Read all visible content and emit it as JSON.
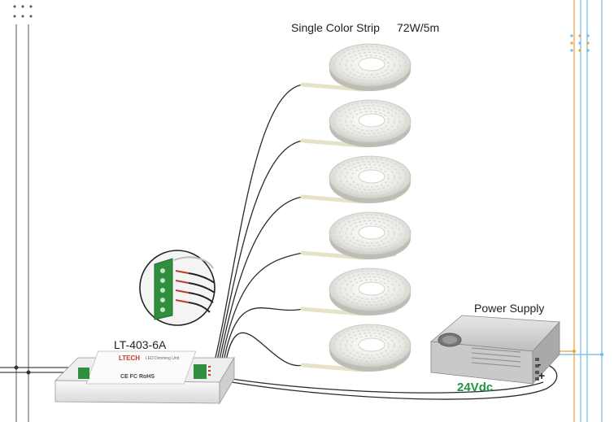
{
  "labels": {
    "strip": "Single Color Strip",
    "wattage": "72W/5m",
    "controller": "LT-403-6A",
    "psu": "Power Supply",
    "voltage": "24Vdc",
    "minus": "-",
    "plus": "+"
  },
  "controller": {
    "brand": "LTECH",
    "brand_sub": "LED Dimming Unit",
    "cert": "CE FC RoHS"
  },
  "colors": {
    "wire": "#2a2a2a",
    "voltage_text": "#1a9a3a",
    "side_line_blue": "#6fb8e8",
    "side_line_orange": "#f0a030",
    "terminal_green": "#2f8f3f"
  },
  "strip_count": 6
}
